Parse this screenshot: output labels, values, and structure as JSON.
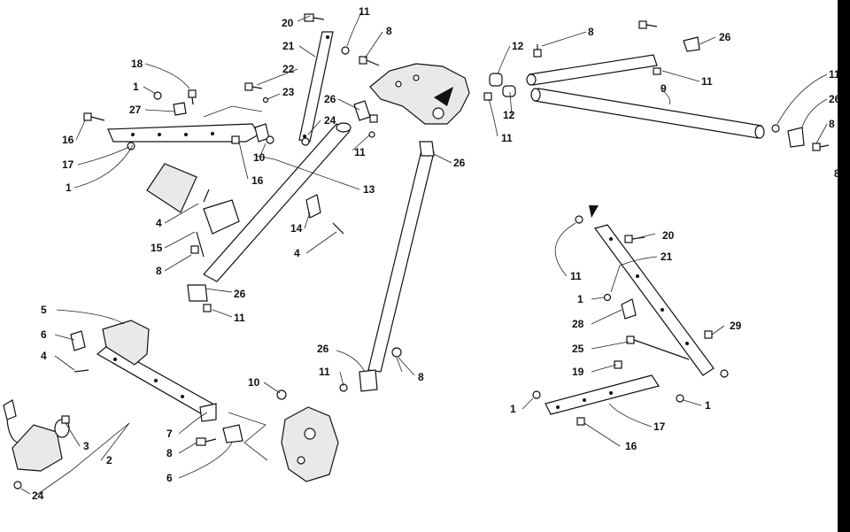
{
  "diagram": {
    "callouts": [
      "1",
      "2",
      "3",
      "4",
      "5",
      "6",
      "7",
      "8",
      "9",
      "10",
      "11",
      "12",
      "13",
      "14",
      "15",
      "16",
      "17",
      "18",
      "19",
      "20",
      "21",
      "22",
      "23",
      "24",
      "25",
      "26",
      "27",
      "28",
      "29"
    ],
    "labels": [
      {
        "text": "20"
      },
      {
        "text": "11"
      },
      {
        "text": "8"
      },
      {
        "text": "21"
      },
      {
        "text": "22"
      },
      {
        "text": "23"
      },
      {
        "text": "24"
      },
      {
        "text": "26"
      },
      {
        "text": "18"
      },
      {
        "text": "1"
      },
      {
        "text": "27"
      },
      {
        "text": "16"
      },
      {
        "text": "17"
      },
      {
        "text": "1"
      },
      {
        "text": "10"
      },
      {
        "text": "16"
      },
      {
        "text": "11"
      },
      {
        "text": "13"
      },
      {
        "text": "4"
      },
      {
        "text": "15"
      },
      {
        "text": "8"
      },
      {
        "text": "14"
      },
      {
        "text": "4"
      },
      {
        "text": "26"
      },
      {
        "text": "11"
      },
      {
        "text": "12"
      },
      {
        "text": "12"
      },
      {
        "text": "11"
      },
      {
        "text": "8"
      },
      {
        "text": "26"
      },
      {
        "text": "11"
      },
      {
        "text": "9"
      },
      {
        "text": "26"
      },
      {
        "text": "11"
      },
      {
        "text": "26"
      },
      {
        "text": "8"
      },
      {
        "text": "5"
      },
      {
        "text": "6"
      },
      {
        "text": "4"
      },
      {
        "text": "10"
      },
      {
        "text": "26"
      },
      {
        "text": "11"
      },
      {
        "text": "8"
      },
      {
        "text": "7"
      },
      {
        "text": "8"
      },
      {
        "text": "6"
      },
      {
        "text": "3"
      },
      {
        "text": "2"
      },
      {
        "text": "24"
      },
      {
        "text": "20"
      },
      {
        "text": "21"
      },
      {
        "text": "11"
      },
      {
        "text": "1"
      },
      {
        "text": "28"
      },
      {
        "text": "29"
      },
      {
        "text": "25"
      },
      {
        "text": "19"
      },
      {
        "text": "1"
      },
      {
        "text": "1"
      },
      {
        "text": "17"
      },
      {
        "text": "16"
      },
      {
        "text": "8"
      }
    ]
  }
}
